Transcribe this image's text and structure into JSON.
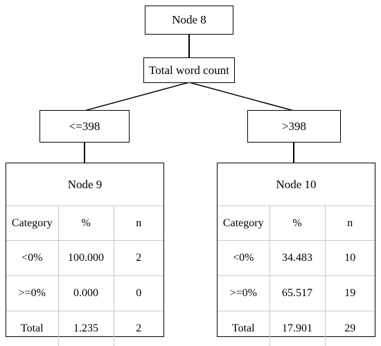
{
  "root": {
    "label": "Node 8"
  },
  "split_variable": {
    "label": "Total word count"
  },
  "branches": [
    {
      "label": "<=398"
    },
    {
      "label": ">398"
    }
  ],
  "nodes": [
    {
      "title": "Node 9",
      "headers": [
        "Category",
        "%",
        "n"
      ],
      "rows": [
        [
          "<0%",
          "100.000",
          "2"
        ],
        [
          ">=0%",
          "0.000",
          "0"
        ],
        [
          "Total",
          "1.235",
          "2"
        ]
      ]
    },
    {
      "title": "Node 10",
      "headers": [
        "Category",
        "%",
        "n"
      ],
      "rows": [
        [
          "<0%",
          "34.483",
          "10"
        ],
        [
          ">=0%",
          "65.517",
          "19"
        ],
        [
          "Total",
          "17.901",
          "29"
        ]
      ]
    }
  ]
}
